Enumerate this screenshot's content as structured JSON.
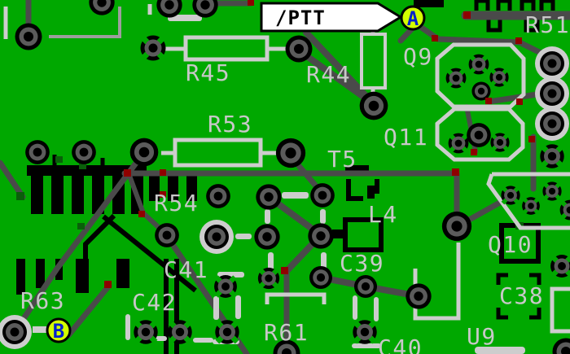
{
  "callout": {
    "text": "/PTT"
  },
  "markers": {
    "a": "A",
    "b": "B"
  },
  "components": {
    "r45": "R45",
    "r44": "R44",
    "q9": "Q9",
    "r51": "R51",
    "r53": "R53",
    "t5": "T5",
    "q11": "Q11",
    "r54": "R54",
    "l4": "L4",
    "q10": "Q10",
    "c41": "C41",
    "c39": "C39",
    "c38": "C38",
    "c42": "C42",
    "r63": "R63",
    "r61": "R61",
    "c40": "C40",
    "u9": "U9"
  },
  "colors": {
    "board_green": "#00a800",
    "copper_trace_gray": "#4a4a4a",
    "silkscreen_white": "#cdcdcd",
    "label_gray": "#c8c8c8",
    "pad_ring_gray": "#5b5b5b",
    "via_red": "#8e0000",
    "inner_layer_green": "#0a5f0a",
    "marker_fill_yellow": "#d4ff00",
    "marker_letter_blue": "#0021cc",
    "callout_fill": "#ffffff"
  }
}
